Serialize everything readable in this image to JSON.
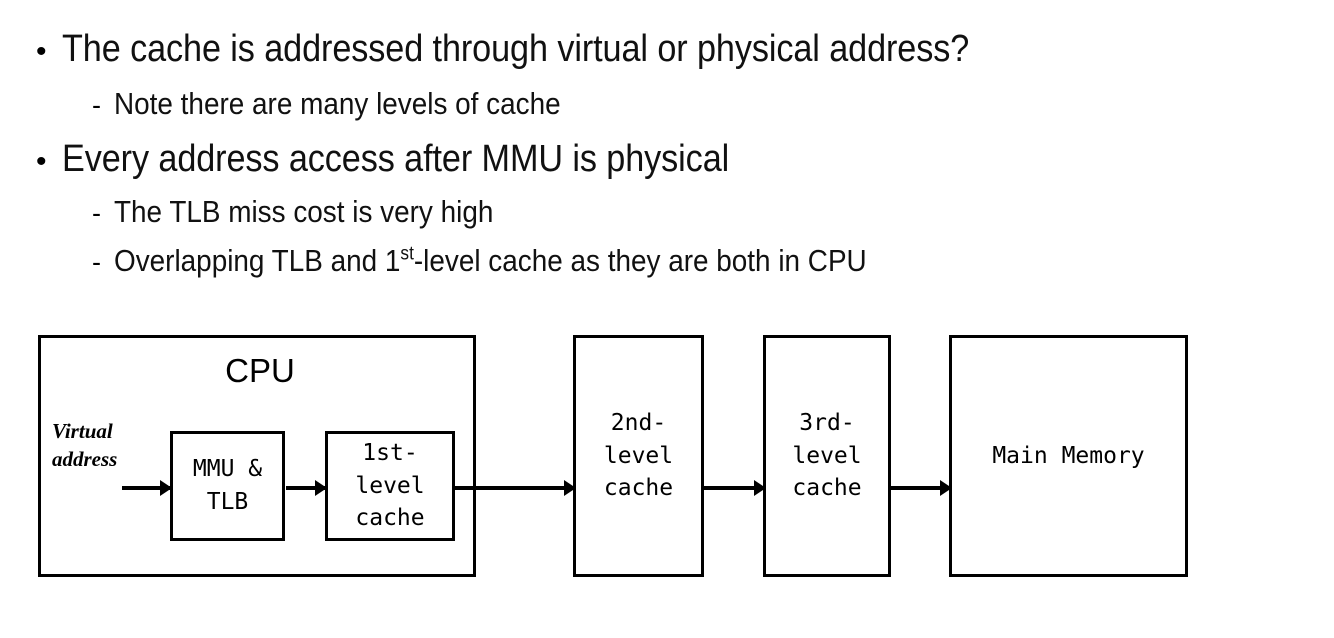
{
  "slide": {
    "background_color": "#ffffff",
    "text_color": "#111111",
    "bullets": [
      {
        "level": 1,
        "marker": "•",
        "text": "The cache is addressed through virtual or physical address?"
      },
      {
        "level": 2,
        "marker": "-",
        "text": "Note there are many levels of cache"
      },
      {
        "level": 1,
        "marker": "•",
        "text": "Every address access after MMU is physical"
      },
      {
        "level": 2,
        "marker": "-",
        "text": "The TLB miss cost is very high"
      },
      {
        "level": 2,
        "marker": "-",
        "text_before_sup": "Overlapping TLB and 1",
        "superscript": "st",
        "text_after_sup": "-level cache as they are both in CPU"
      }
    ]
  },
  "diagram": {
    "type": "block-diagram",
    "outline_color": "#000000",
    "cpu": {
      "title": "CPU",
      "virtual_address_label": "Virtual\naddress",
      "inner_blocks": [
        {
          "name": "mmu-tlb",
          "label": "MMU &\nTLB"
        },
        {
          "name": "first-level-cache",
          "label": "1st-\nlevel\ncache"
        }
      ]
    },
    "blocks": [
      {
        "name": "second-level-cache",
        "label": "2nd-\nlevel\ncache"
      },
      {
        "name": "third-level-cache",
        "label": "3rd-\nlevel\ncache"
      },
      {
        "name": "main-memory",
        "label": "Main Memory"
      }
    ],
    "arrows": [
      {
        "name": "virtual-address-to-mmu",
        "from": "virtual-address",
        "to": "mmu-tlb"
      },
      {
        "name": "mmu-to-first-level-cache",
        "from": "mmu-tlb",
        "to": "first-level-cache"
      },
      {
        "name": "first-level-to-second-level",
        "from": "first-level-cache",
        "to": "second-level-cache"
      },
      {
        "name": "second-level-to-third-level",
        "from": "second-level-cache",
        "to": "third-level-cache"
      },
      {
        "name": "third-level-to-main-memory",
        "from": "third-level-cache",
        "to": "main-memory"
      }
    ]
  }
}
